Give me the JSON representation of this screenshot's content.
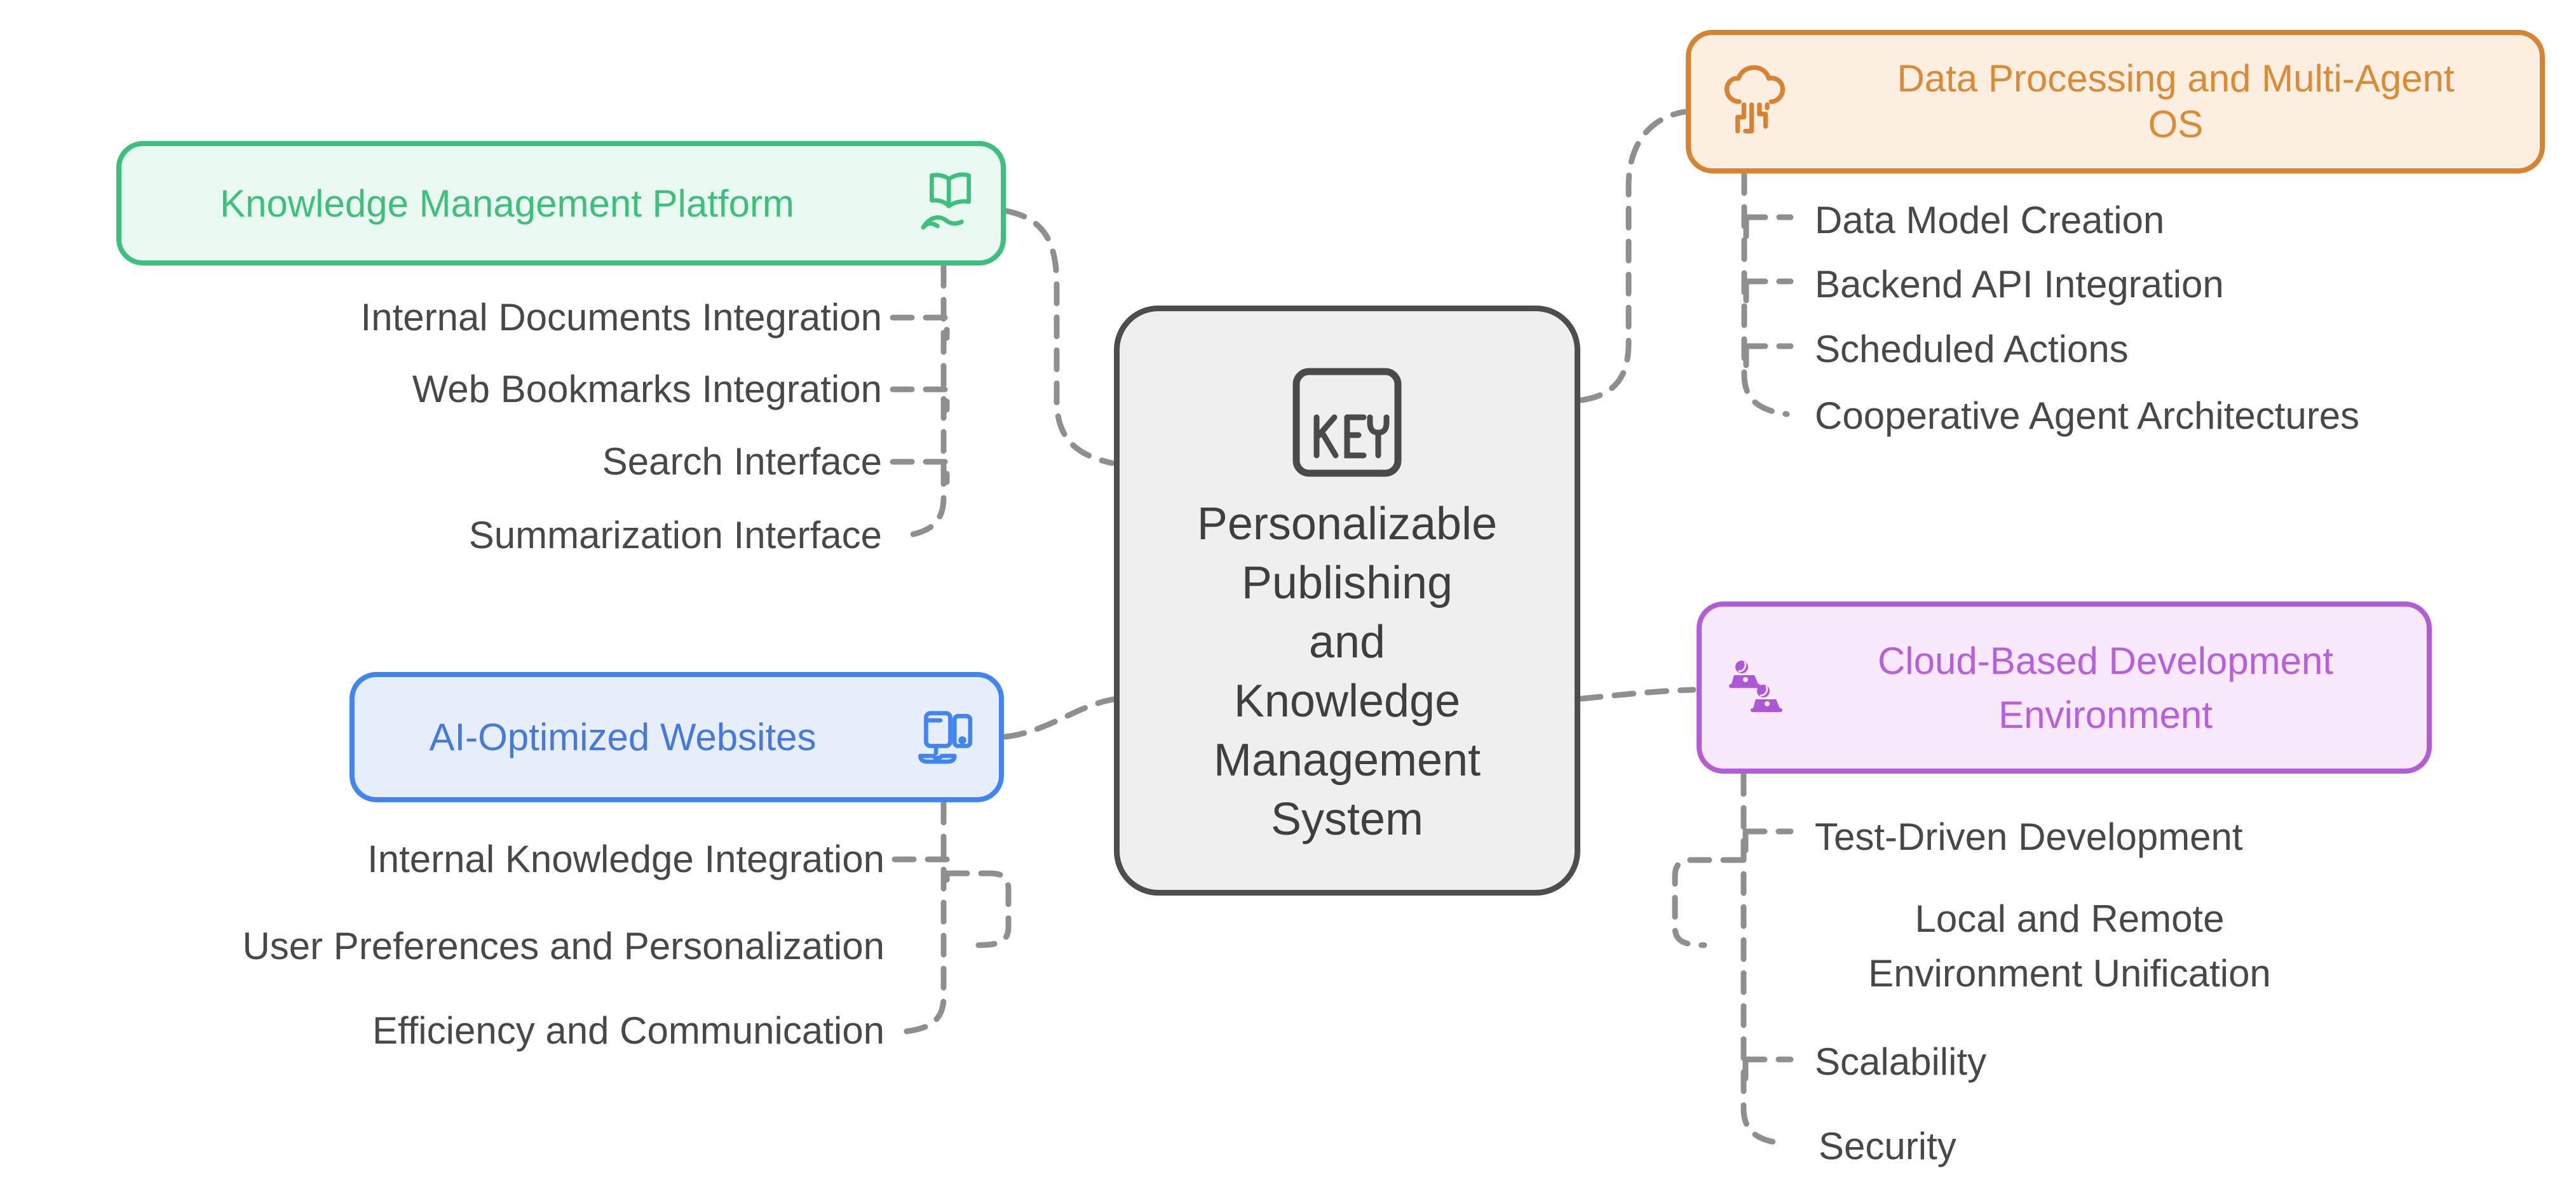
{
  "diagram_type": "mindmap",
  "colors": {
    "background": "#ffffff",
    "connector": "#8f8f8f",
    "central_fill": "#efefef",
    "central_border": "#4d4d4d",
    "central_text": "#3f3f3f",
    "leaf_text": "#484848",
    "green": {
      "border": "#3ec07c",
      "text": "#3ec07c",
      "fill": "#e9f8f0"
    },
    "blue": {
      "border": "#4385f0",
      "text": "#4679dd",
      "fill": "#e6eefb"
    },
    "orange": {
      "border": "#d9822f",
      "text": "#dd8a35",
      "fill": "#fcefe2"
    },
    "purple": {
      "border": "#b25cd8",
      "text": "#b85ede",
      "fill": "#f8e9fc"
    }
  },
  "central": {
    "badge_label": "KEY",
    "title": "Personalizable Publishing and Knowledge Management System",
    "title_lines": [
      "Personalizable",
      "Publishing",
      "and",
      "Knowledge",
      "Management",
      "System"
    ]
  },
  "branches": [
    {
      "id": "knowledge-management-platform",
      "label": "Knowledge Management Platform",
      "icon": "book-hand-icon",
      "color": "#3ec07c",
      "items": [
        {
          "label": "Internal Documents Integration"
        },
        {
          "label": "Web Bookmarks Integration"
        },
        {
          "label": "Search Interface"
        },
        {
          "label": "Summarization Interface"
        }
      ]
    },
    {
      "id": "ai-optimized-websites",
      "label": "AI-Optimized Websites",
      "icon": "devices-icon",
      "color": "#4679dd",
      "items": [
        {
          "label": "Internal Knowledge Integration"
        },
        {
          "label": "User Preferences and Personalization"
        },
        {
          "label": "Efficiency and Communication"
        }
      ]
    },
    {
      "id": "data-processing-and-multi-agent-os",
      "label": "Data Processing and Multi-Agent OS",
      "title_lines": [
        "Data Processing and Multi-Agent",
        "OS"
      ],
      "icon": "cloud-data-icon",
      "color": "#dd8a35",
      "items": [
        {
          "label": "Data Model Creation"
        },
        {
          "label": "Backend API Integration"
        },
        {
          "label": "Scheduled Actions"
        },
        {
          "label": "Cooperative Agent Architectures"
        }
      ]
    },
    {
      "id": "cloud-based-development-environment",
      "label": "Cloud-Based Development Environment",
      "title_lines": [
        "Cloud-Based Development",
        "Environment"
      ],
      "icon": "people-laptops-icon",
      "color": "#b85ede",
      "items": [
        {
          "label": "Test-Driven Development"
        },
        {
          "label": "Local and Remote Environment Unification",
          "lines": [
            "Local and Remote",
            "Environment Unification"
          ]
        },
        {
          "label": "Scalability"
        },
        {
          "label": "Security"
        }
      ]
    }
  ]
}
